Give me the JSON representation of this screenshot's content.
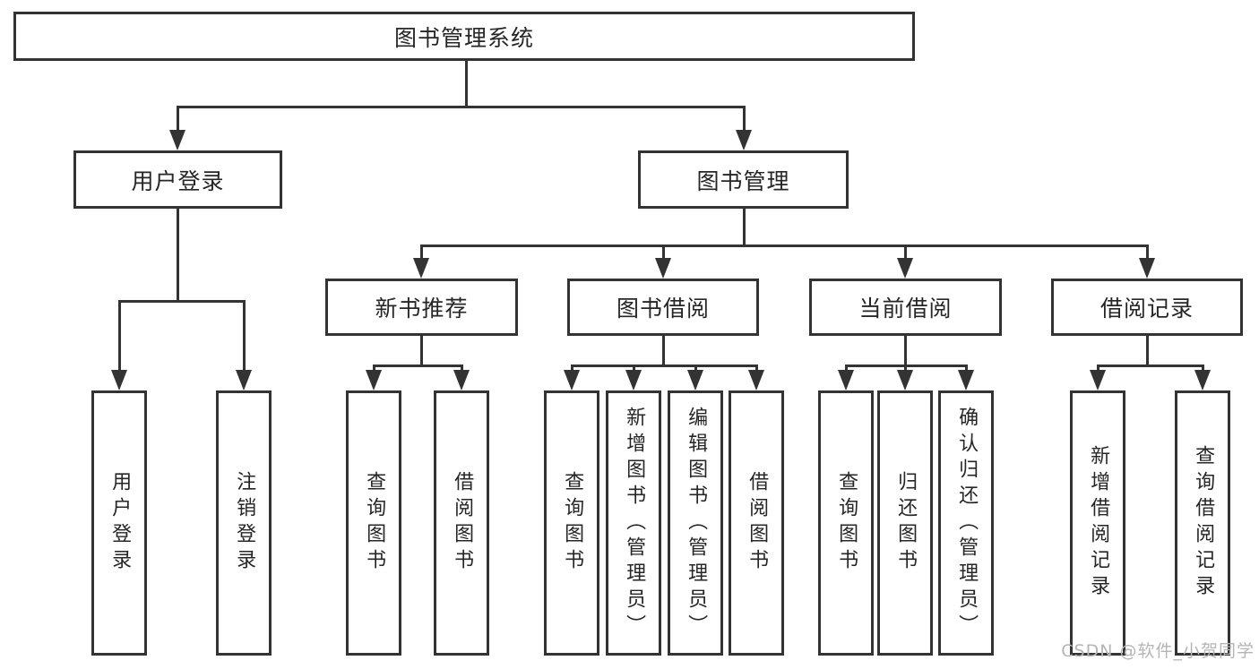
{
  "diagram_type": "hierarchy-tree",
  "tree": {
    "label": "图书管理系统",
    "children": [
      {
        "label": "用户登录",
        "children": [
          {
            "label": "用户登录"
          },
          {
            "label": "注销登录"
          }
        ]
      },
      {
        "label": "图书管理",
        "children": [
          {
            "label": "新书推荐",
            "children": [
              {
                "label": "查询图书"
              },
              {
                "label": "借阅图书"
              }
            ]
          },
          {
            "label": "图书借阅",
            "children": [
              {
                "label": "查询图书"
              },
              {
                "label": "新增图书（管理员）"
              },
              {
                "label": "编辑图书（管理员）"
              },
              {
                "label": "借阅图书"
              }
            ]
          },
          {
            "label": "当前借阅",
            "children": [
              {
                "label": "查询图书"
              },
              {
                "label": "归还图书"
              },
              {
                "label": "确认归还（管理员）"
              }
            ]
          },
          {
            "label": "借阅记录",
            "children": [
              {
                "label": "新增借阅记录"
              },
              {
                "label": "查询借阅记录"
              }
            ]
          }
        ]
      }
    ]
  },
  "watermark": "CSDN @软件_小贺同学",
  "colors": {
    "line": "#333333",
    "text": "#262626",
    "background": "#ffffff",
    "watermark": "#b5b5b5"
  }
}
